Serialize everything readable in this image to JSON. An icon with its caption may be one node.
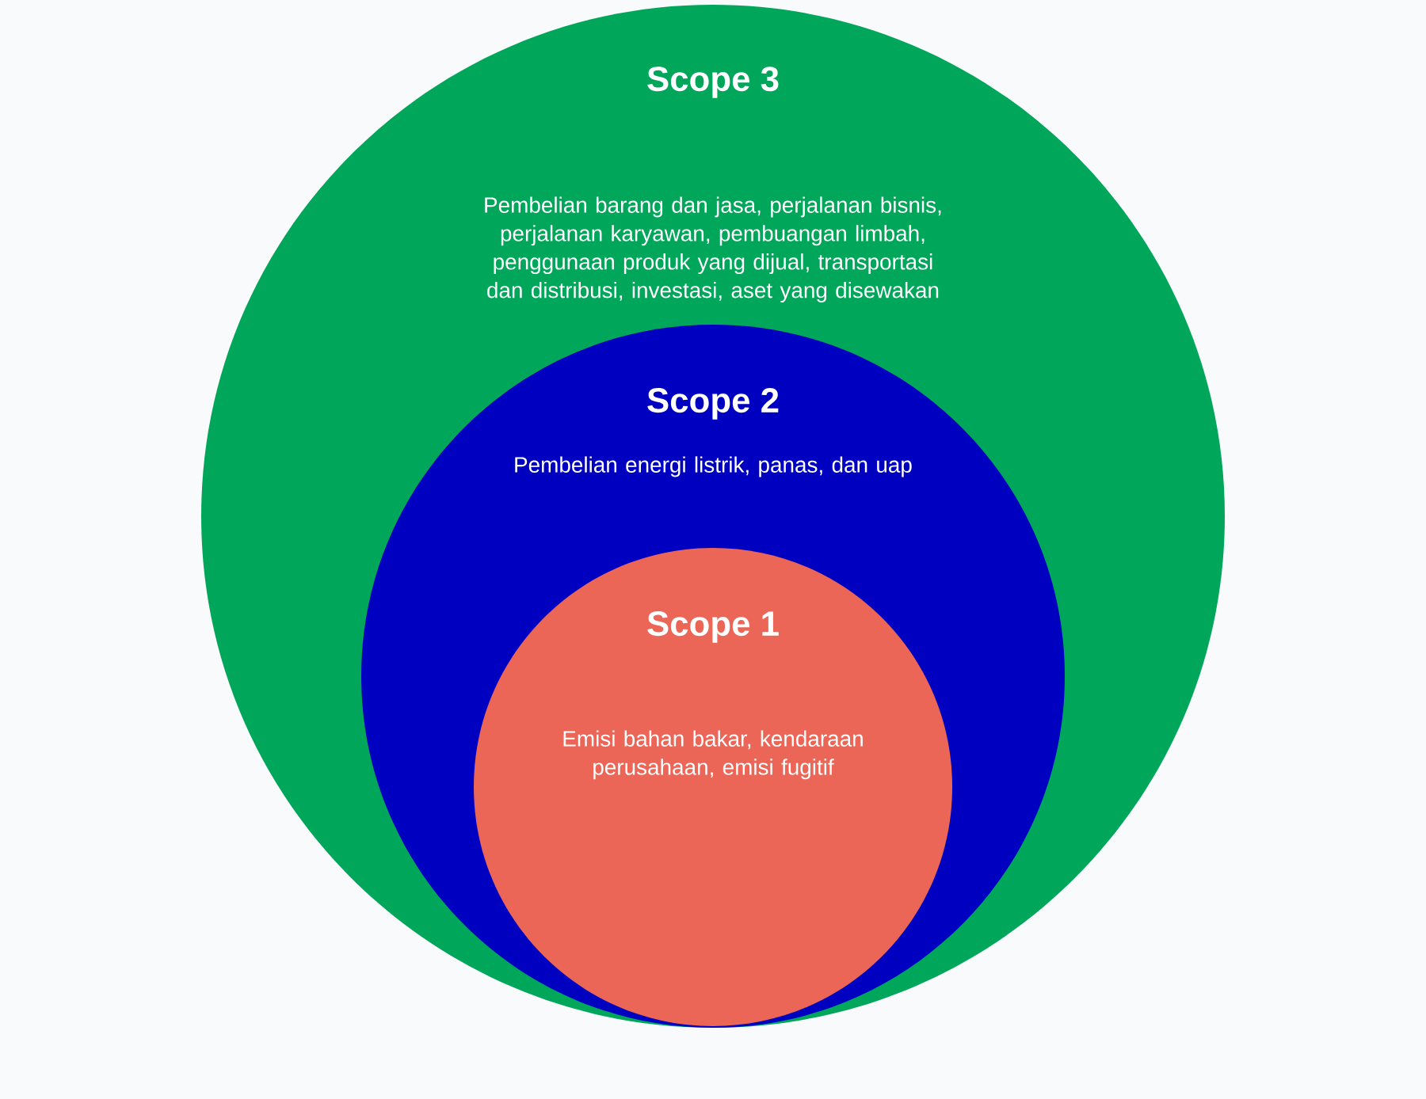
{
  "diagram": {
    "nodes": [
      {
        "text": [
          "Scope 3",
          "Pembelian barang dan jasa, perjalanan bisnis, perjalanan karyawan, pembuangan limbah, penggunaan produk yang dijual, transportasi dan distribusi, investasi, aset yang disewakan"
        ]
      },
      {
        "text": [
          "Scope 2",
          "Pembelian energi listrik, panas, dan uap"
        ],
        "in": 0
      },
      {
        "text": [
          "Scope 1",
          "Emisi bahan bakar, kendaraan perusahaan, emisi fugitif"
        ],
        "in": 1
      }
    ]
  }
}
